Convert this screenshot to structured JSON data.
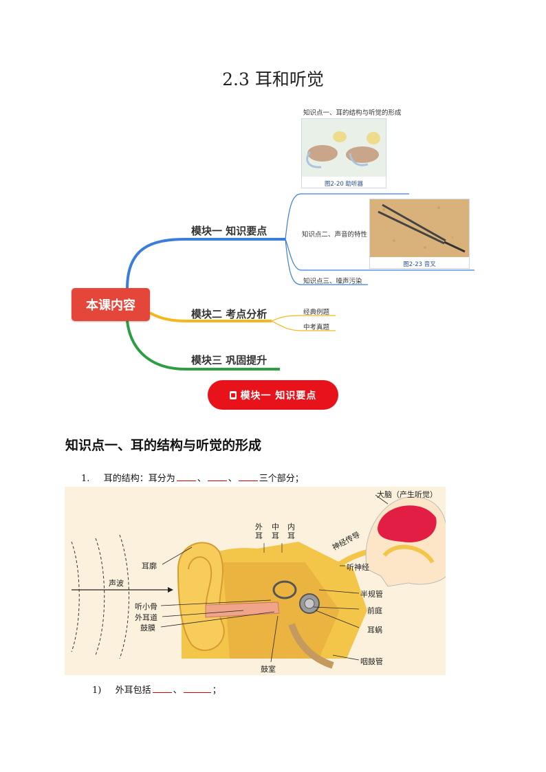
{
  "title": "2.3 耳和听觉",
  "mindmap": {
    "root": "本课内容",
    "modules": [
      {
        "label": "模块一 知识要点"
      },
      {
        "label": "模块二 考点分析"
      },
      {
        "label": "模块三 巩固提升"
      }
    ],
    "module1_children": [
      {
        "label": "知识点一、耳的结构与听觉的形成",
        "image_caption": "图2-20 助听器"
      },
      {
        "label": "知识点二、声音的特性",
        "image_caption": "图2-23 音叉"
      },
      {
        "label": "知识点三、噪声污染"
      }
    ],
    "module2_children": [
      {
        "label": "经典例题"
      },
      {
        "label": "中考真题"
      }
    ],
    "colors": {
      "root": "#e5463a",
      "module1": "#3b7ddd",
      "module2": "#f2b81c",
      "module3": "#2e9e44"
    }
  },
  "banner": {
    "label": "模块一 知识要点"
  },
  "section_heading": "知识点一、耳的结构与听觉的形成",
  "question1": {
    "number": "1.",
    "text_before": "耳的结构：耳分为",
    "sep1": "、",
    "sep2": "、",
    "text_after": "三个部分；"
  },
  "ear_diagram": {
    "labels": {
      "brain": "大脑（产生听觉）",
      "outer": "外耳",
      "middle": "中耳",
      "inner": "内耳",
      "nerve_transmit": "神经传导",
      "auditory_nerve": "听神经",
      "pinna": "耳廓",
      "sound_wave": "声波",
      "ossicles": "听小骨",
      "ear_canal": "外耳道",
      "eardrum": "鼓膜",
      "semicircular": "半规管",
      "vestibule": "前庭",
      "cochlea": "耳蜗",
      "eustachian": "咽鼓管",
      "tympanic_cavity": "鼓室"
    }
  },
  "question1_sub1": {
    "number": "1)",
    "text_before": "外耳包括",
    "sep": "、",
    "text_after": "；"
  }
}
